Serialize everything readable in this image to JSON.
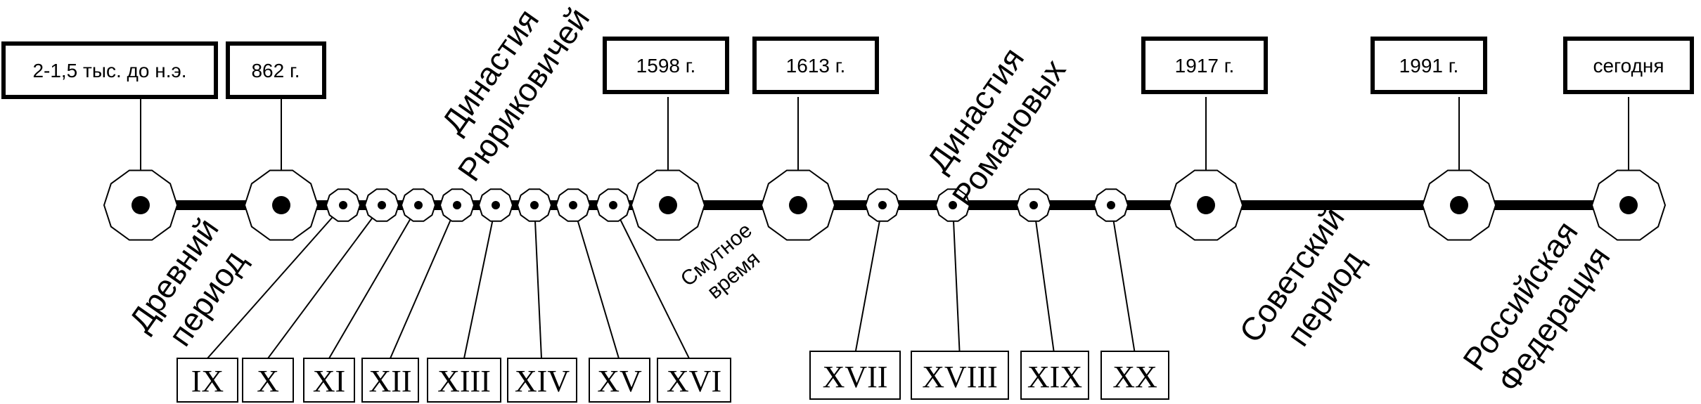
{
  "dates": [
    {
      "id": "ancient",
      "label": "2-1,5 тыс. до н.э."
    },
    {
      "id": "862",
      "label": "862 г."
    },
    {
      "id": "1598",
      "label": "1598 г."
    },
    {
      "id": "1613",
      "label": "1613 г."
    },
    {
      "id": "1917",
      "label": "1917 г."
    },
    {
      "id": "1991",
      "label": "1991 г."
    },
    {
      "id": "today",
      "label": "сегодня"
    }
  ],
  "centuries": [
    "IX",
    "X",
    "XI",
    "XII",
    "XIII",
    "XIV",
    "XV",
    "XVI",
    "XVII",
    "XVIII",
    "XIX",
    "XX"
  ],
  "periods": {
    "ancient": [
      "Древний",
      "период"
    ],
    "rurikids": [
      "Династия",
      "Рюриковичей"
    ],
    "troubles": [
      "Смутное",
      "время"
    ],
    "romanovs": [
      "Династия",
      "Романовых"
    ],
    "soviet": [
      "Советский",
      "период"
    ],
    "russian_federation": [
      "Российская",
      "Федерация"
    ]
  }
}
